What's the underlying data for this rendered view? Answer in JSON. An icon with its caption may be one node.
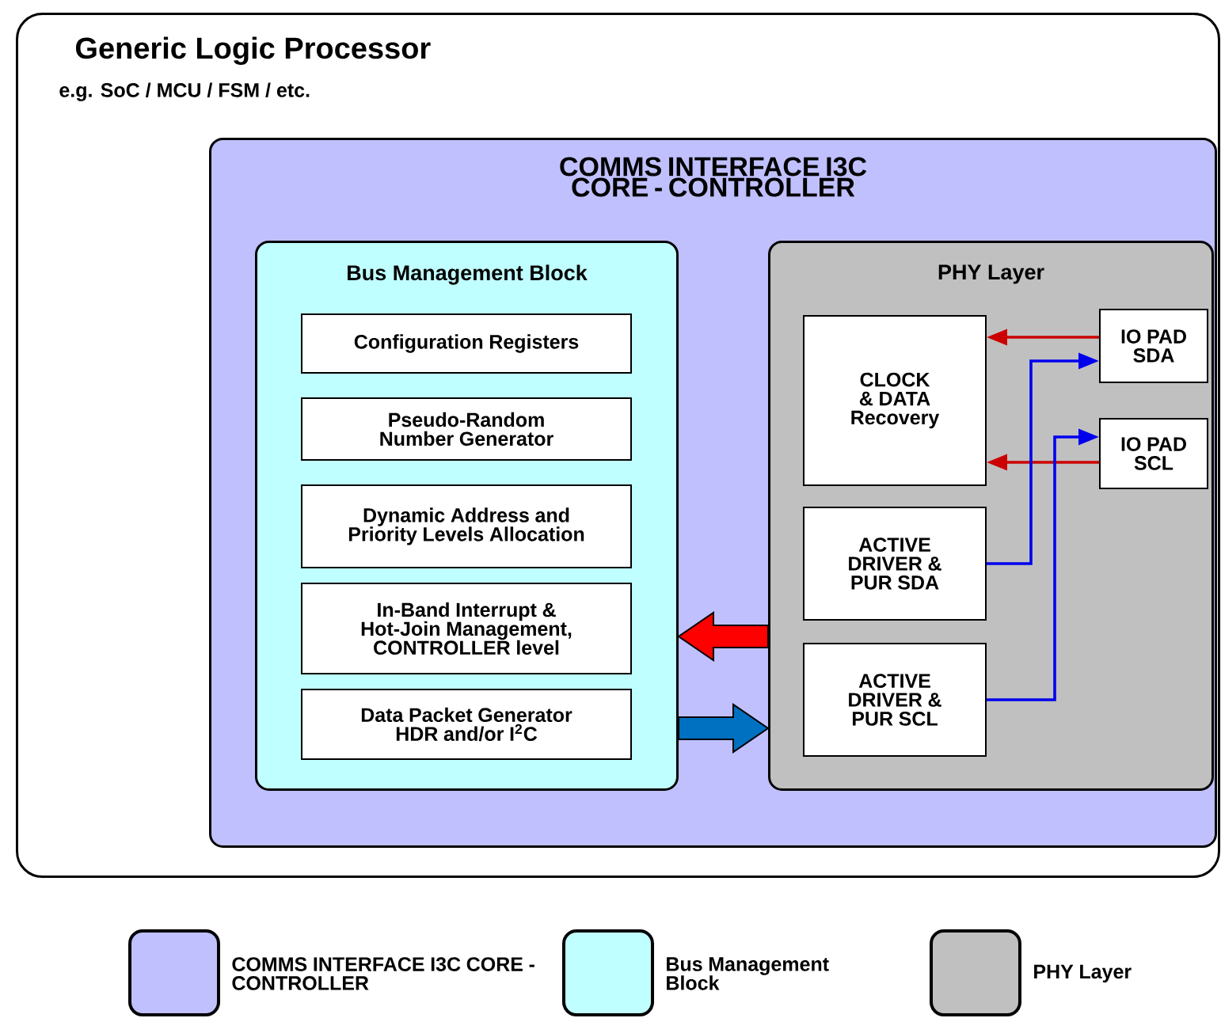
{
  "diagram": {
    "nodes": [
      {
        "text": [
          "Generic Logic Processor",
          "e.g. SoC / MCU / FSM / etc."
        ]
      },
      {
        "text": [
          "COMMS INTERFACE I3C CORE - CONTROLLER"
        ],
        "in": 0
      },
      {
        "text": [
          "Bus Management Block"
        ],
        "in": 1
      },
      {
        "text": [
          "Configuration Registers"
        ],
        "in": 2
      },
      {
        "text": [
          "Pseudo-Random Number Generator"
        ],
        "in": 2
      },
      {
        "text": [
          "Dynamic Address and Priority Levels Allocation"
        ],
        "in": 2
      },
      {
        "text": [
          "In-Band Interrupt & Hot-Join Management, CONTROLLER level"
        ],
        "in": 2
      },
      {
        "text": [
          "Data Packet Generator HDR and/or I$^{2}$C"
        ],
        "in": 2
      },
      {
        "text": [
          "PHY Layer"
        ],
        "in": 1
      },
      {
        "text": [
          "CLOCK & DATA Recovery"
        ],
        "in": 8
      },
      {
        "text": [
          "ACTIVE DRIVER & PUR SDA"
        ],
        "in": 8
      },
      {
        "text": [
          "ACTIVE DRIVER & PUR SCL"
        ],
        "in": 8
      },
      {
        "text": [
          "IO PAD SDA"
        ],
        "in": 8
      },
      {
        "text": [
          "IO PAD SCL"
        ],
        "in": 8
      }
    ],
    "edges": [
      {
        "from": 12,
        "to": 9,
        "arrow": "to",
        "color": "#cc0000"
      },
      {
        "from": 13,
        "to": 9,
        "arrow": "to",
        "color": "#cc0000"
      },
      {
        "from": 10,
        "to": 12,
        "arrow": "to",
        "color": "#0000ee"
      },
      {
        "from": 11,
        "to": 13,
        "arrow": "to",
        "color": "#0000ee"
      },
      {
        "from": 8,
        "to": 2,
        "arrow": "to",
        "style": "thick",
        "color": "#ff0000"
      },
      {
        "from": 2,
        "to": 8,
        "arrow": "to",
        "style": "thick",
        "color": "#0070c0"
      }
    ],
    "legend": [
      {
        "text": "COMMS INTERFACE I3C CORE - CONTROLLER",
        "color": "#c0c0ff"
      },
      {
        "text": "Bus Management Block",
        "color": "#c0ffff"
      },
      {
        "text": "PHY Layer",
        "color": "#c0c0c0"
      }
    ]
  }
}
